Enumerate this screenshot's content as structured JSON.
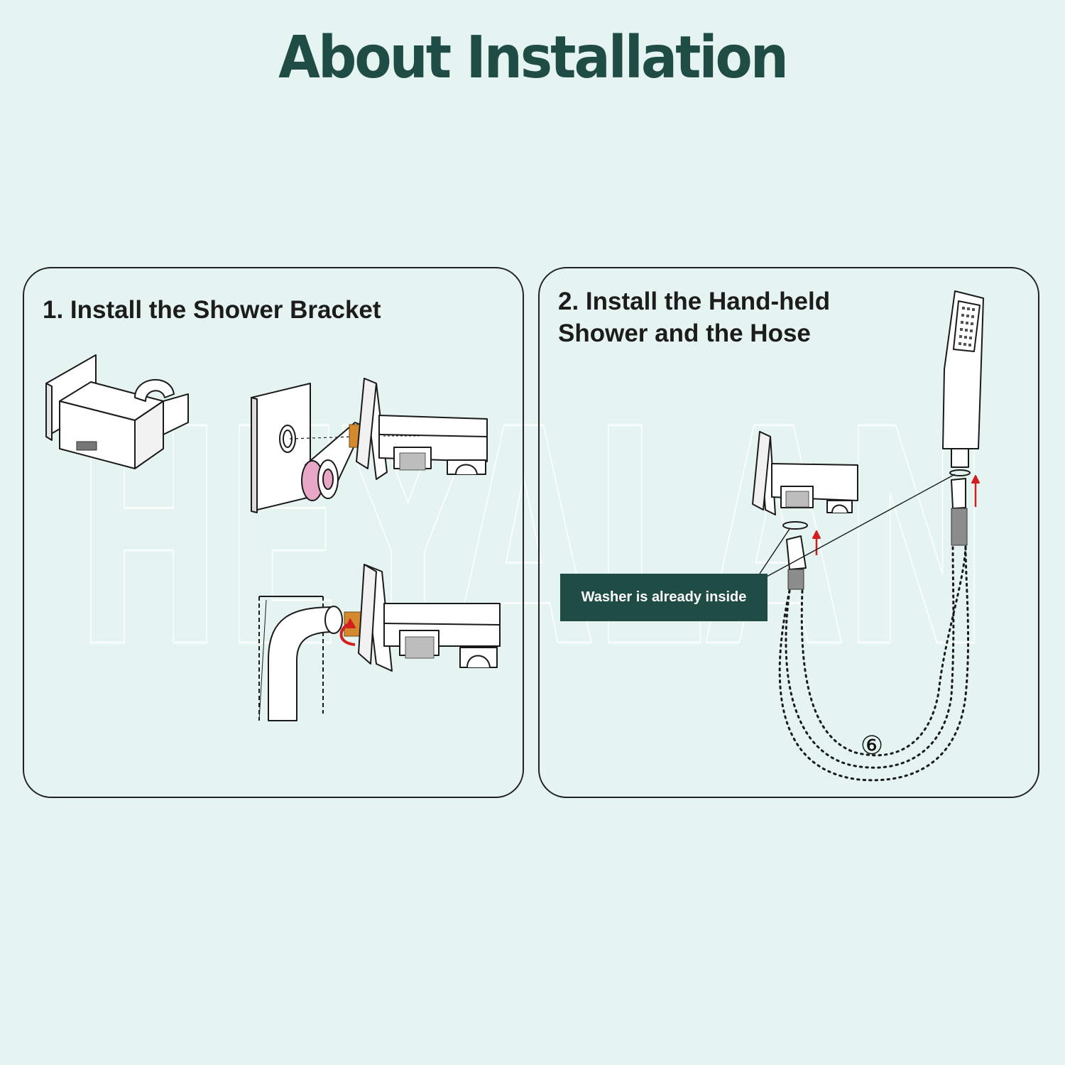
{
  "title": "About Installation",
  "watermark": "HEYALAN",
  "steps": [
    {
      "label": "1. Install the Shower Bracket"
    },
    {
      "label": "2. Install the Hand-held Shower and the Hose"
    }
  ],
  "callout": "Washer is already inside",
  "part_marker": "⑥",
  "colors": {
    "background": "#e6f4f1",
    "accent": "#1f4d45",
    "arrow": "#d11f1f",
    "brass": "#d48a2c",
    "teflon_tape": "#e9a7c7"
  }
}
